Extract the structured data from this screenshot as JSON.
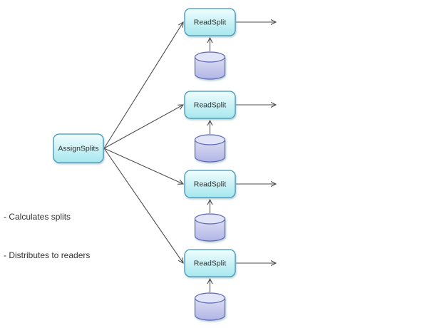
{
  "colors": {
    "background": "#ffffff",
    "node_fill_top": "#f0fdfe",
    "node_fill_bottom": "#a6e7ee",
    "node_border": "#3f97b9",
    "cylinder_fill_top": "#e2e4f7",
    "cylinder_fill_light": "#dcdef3",
    "cylinder_fill_bottom": "#b1b5e5",
    "cylinder_border": "#5c67b5",
    "arrow": "#4d4d4d",
    "text": "#333333"
  },
  "nodes": {
    "assign": {
      "id": "assign-splits",
      "label": "AssignSplits"
    },
    "readers": [
      {
        "id": "read-split-1",
        "label": "ReadSplit",
        "store_icon": "database-cylinder-icon"
      },
      {
        "id": "read-split-2",
        "label": "ReadSplit",
        "store_icon": "database-cylinder-icon"
      },
      {
        "id": "read-split-3",
        "label": "ReadSplit",
        "store_icon": "database-cylinder-icon"
      },
      {
        "id": "read-split-4",
        "label": "ReadSplit",
        "store_icon": "database-cylinder-icon"
      }
    ]
  },
  "edges": [
    {
      "from": "assign-splits",
      "to": "read-split-1",
      "arrowhead": "open"
    },
    {
      "from": "assign-splits",
      "to": "read-split-2",
      "arrowhead": "open"
    },
    {
      "from": "assign-splits",
      "to": "read-split-3",
      "arrowhead": "open"
    },
    {
      "from": "assign-splits",
      "to": "read-split-4",
      "arrowhead": "open"
    },
    {
      "from": "store-1",
      "to": "read-split-1",
      "arrowhead": "open"
    },
    {
      "from": "store-2",
      "to": "read-split-2",
      "arrowhead": "open"
    },
    {
      "from": "store-3",
      "to": "read-split-3",
      "arrowhead": "open"
    },
    {
      "from": "read-split-1",
      "to": "output",
      "arrowhead": "open"
    },
    {
      "from": "read-split-2",
      "to": "output",
      "arrowhead": "open"
    },
    {
      "from": "read-split-3",
      "to": "output",
      "arrowhead": "open"
    },
    {
      "from": "read-split-4",
      "to": "output",
      "arrowhead": "open"
    },
    {
      "from": "store-4",
      "to": "read-split-4",
      "arrowhead": "open"
    }
  ],
  "annotation": {
    "lines": [
      "- Calculates splits",
      "- Distributes to readers"
    ]
  }
}
